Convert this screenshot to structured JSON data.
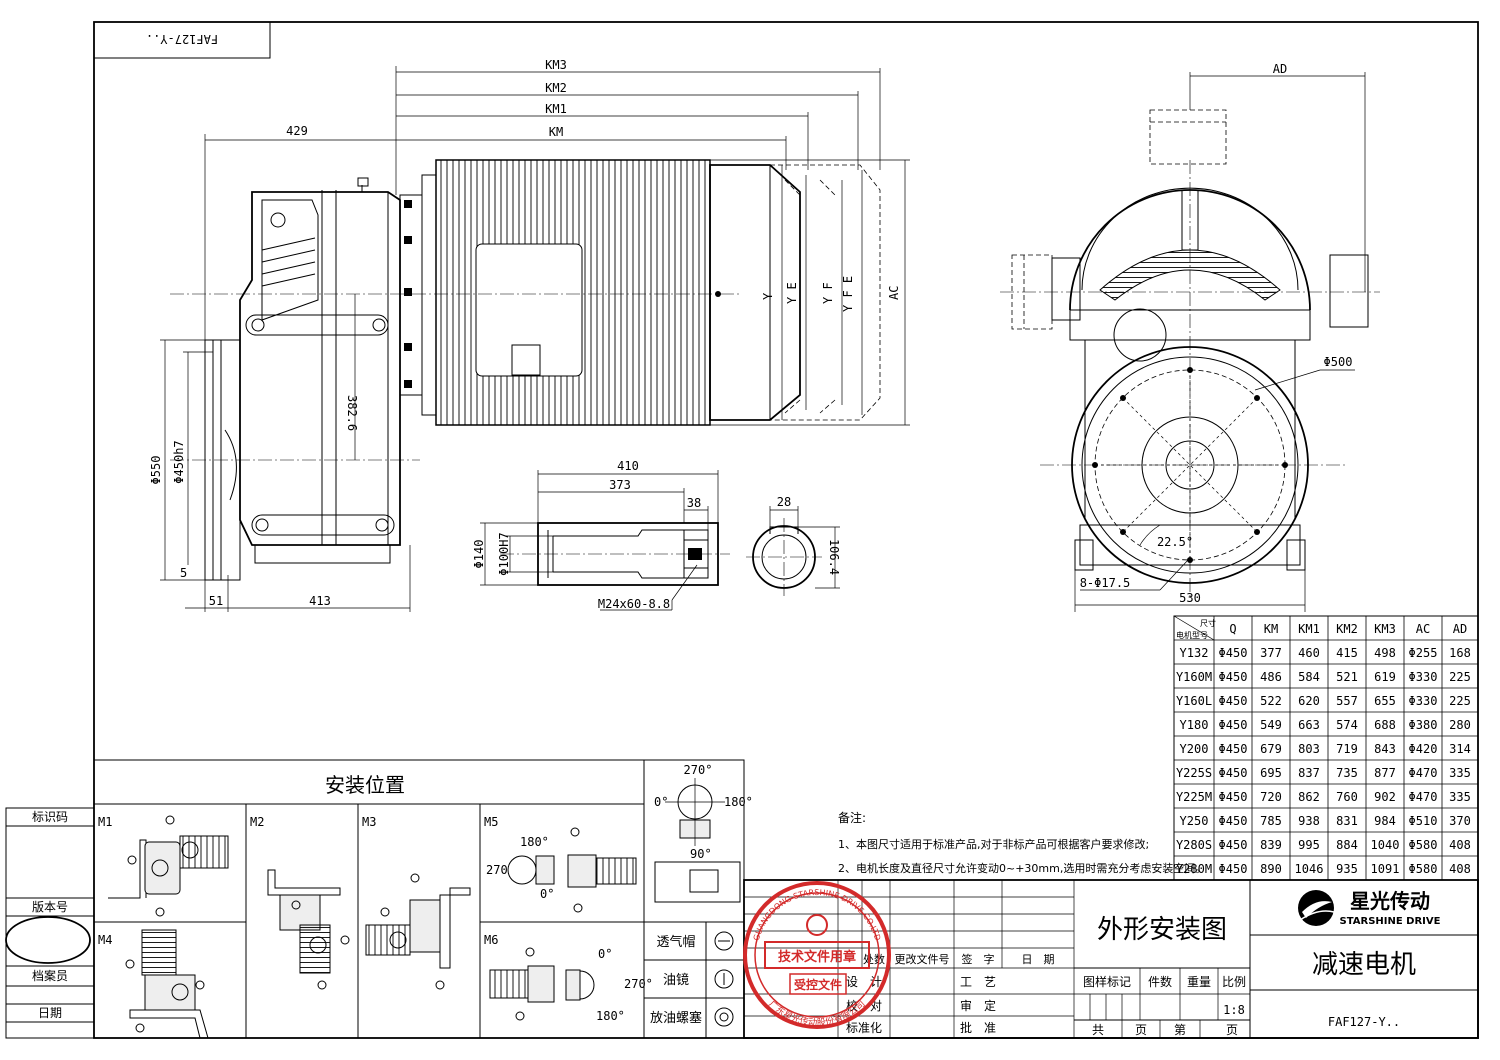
{
  "title_block_top": "FAF127-Y..",
  "dims": {
    "km3": "KM3",
    "km2": "KM2",
    "km1": "KM1",
    "km": "KM",
    "d429": "429",
    "ad": "AD",
    "ac": "AC",
    "y": "Y",
    "y_e": "Y E",
    "y_f": "Y F",
    "y_fe": "Y F E",
    "d382_6": "382.6",
    "phi550": "Φ550",
    "phi450h7": "Φ450h7",
    "d5": "5",
    "d51": "51",
    "d413": "413",
    "d410": "410",
    "d373": "373",
    "d38": "38",
    "phi140": "Φ140",
    "phi100h7": "Φ100H7",
    "bolt": "M24x60-8.8",
    "d28": "28",
    "d106_4": "106.4",
    "phi500": "Φ500",
    "ang22_5": "22.5°",
    "holes": "8-Φ17.5",
    "d530": "530"
  },
  "table": {
    "corner_top": "尺寸",
    "corner_bottom": "电机型号",
    "headers": [
      "Q",
      "KM",
      "KM1",
      "KM2",
      "KM3",
      "AC",
      "AD"
    ],
    "rows": [
      [
        "Y132",
        "Φ450",
        "377",
        "460",
        "415",
        "498",
        "Φ255",
        "168"
      ],
      [
        "Y160M",
        "Φ450",
        "486",
        "584",
        "521",
        "619",
        "Φ330",
        "225"
      ],
      [
        "Y160L",
        "Φ450",
        "522",
        "620",
        "557",
        "655",
        "Φ330",
        "225"
      ],
      [
        "Y180",
        "Φ450",
        "549",
        "663",
        "574",
        "688",
        "Φ380",
        "280"
      ],
      [
        "Y200",
        "Φ450",
        "679",
        "803",
        "719",
        "843",
        "Φ420",
        "314"
      ],
      [
        "Y225S",
        "Φ450",
        "695",
        "837",
        "735",
        "877",
        "Φ470",
        "335"
      ],
      [
        "Y225M",
        "Φ450",
        "720",
        "862",
        "760",
        "902",
        "Φ470",
        "335"
      ],
      [
        "Y250",
        "Φ450",
        "785",
        "938",
        "831",
        "984",
        "Φ510",
        "370"
      ],
      [
        "Y280S",
        "Φ450",
        "839",
        "995",
        "884",
        "1040",
        "Φ580",
        "408"
      ],
      [
        "Y280M",
        "Φ450",
        "890",
        "1046",
        "935",
        "1091",
        "Φ580",
        "408"
      ]
    ]
  },
  "install": {
    "title": "安装位置",
    "positions": [
      "M1",
      "M2",
      "M3",
      "M4",
      "M5",
      "M6"
    ],
    "angles": {
      "a270": "270°",
      "a0": "0°",
      "a180": "180°",
      "a90": "90°"
    },
    "m5": {
      "a180": "180°",
      "a270": "270",
      "a0": "0°"
    },
    "m6": {
      "a0": "0°",
      "a270": "270°",
      "a180": "180°"
    },
    "legend": [
      "透气帽",
      "油镜",
      "放油螺塞"
    ]
  },
  "notes": {
    "title": "备注:",
    "lines": [
      "1、本图尺寸适用于标准产品,对于非标产品可根据客户要求修改;",
      "2、电机长度及直径尺寸允许变动0~+30mm,选用时需充分考虑安装空间。"
    ]
  },
  "left_strip": {
    "id_code": "标识码",
    "version": "版本号",
    "archiver": "档案员",
    "date": "日期"
  },
  "title_block": {
    "drawing_name": "外形安装图",
    "product": "减速电机",
    "model": "FAF127-Y..",
    "brand_cn": "星光传动",
    "brand_en": "STARSHINE DRIVE",
    "rev_headers": [
      "处数",
      "更改文件号",
      "签　字",
      "日　期"
    ],
    "sign_rows": [
      "设　计",
      "校　对",
      "标准化"
    ],
    "sign_rows_right": [
      "工　艺",
      "审　定",
      "批　准"
    ],
    "attr_headers": [
      "图样标记",
      "件数",
      "重量",
      "比例"
    ],
    "scale": "1:8",
    "sheet": [
      "共",
      "页",
      "第",
      "页"
    ]
  },
  "stamp": {
    "ring_text": "GUANGDONG STARSHINE DRIVE CO.LTD",
    "line1": "技术文件用章",
    "line2": "受控文件",
    "bottom": "广东星光传动股份有限公司"
  }
}
